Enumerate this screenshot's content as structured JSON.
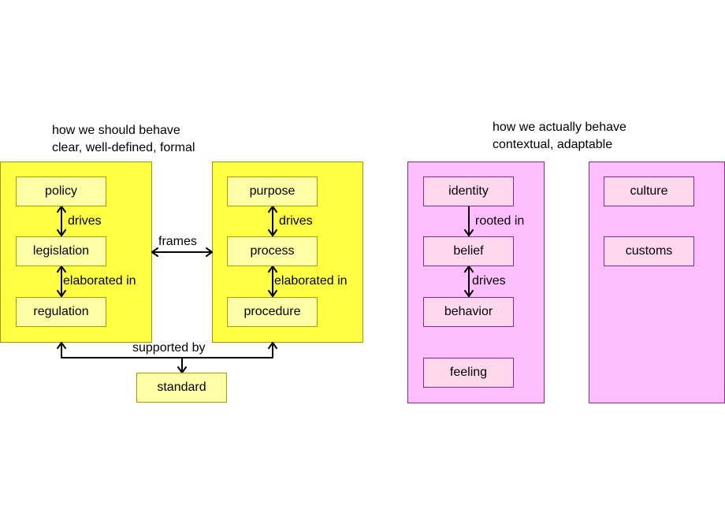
{
  "captions": {
    "formal": {
      "line1": "how we should behave",
      "line2": "clear, well-defined, formal"
    },
    "actual": {
      "line1": "how we actually behave",
      "line2": "contextual, adaptable"
    }
  },
  "nodes": {
    "policy": "policy",
    "legislation": "legislation",
    "regulation": "regulation",
    "purpose": "purpose",
    "process": "process",
    "procedure": "procedure",
    "standard": "standard",
    "identity": "identity",
    "belief": "belief",
    "behavior": "behavior",
    "feeling": "feeling",
    "culture": "culture",
    "customs": "customs"
  },
  "relations": {
    "policy_legislation": "drives",
    "legislation_regulation": "elaborated in",
    "purpose_process": "drives",
    "process_procedure": "elaborated in",
    "legislation_process": "frames",
    "supported_by": "supported by",
    "identity_belief": "rooted in",
    "belief_behavior": "drives"
  },
  "colors": {
    "formal_group": "#ffff44",
    "formal_node": "#ffffa8",
    "actual_group": "#ffbfff",
    "actual_node": "#ffd8ee",
    "edge": "#000000"
  }
}
